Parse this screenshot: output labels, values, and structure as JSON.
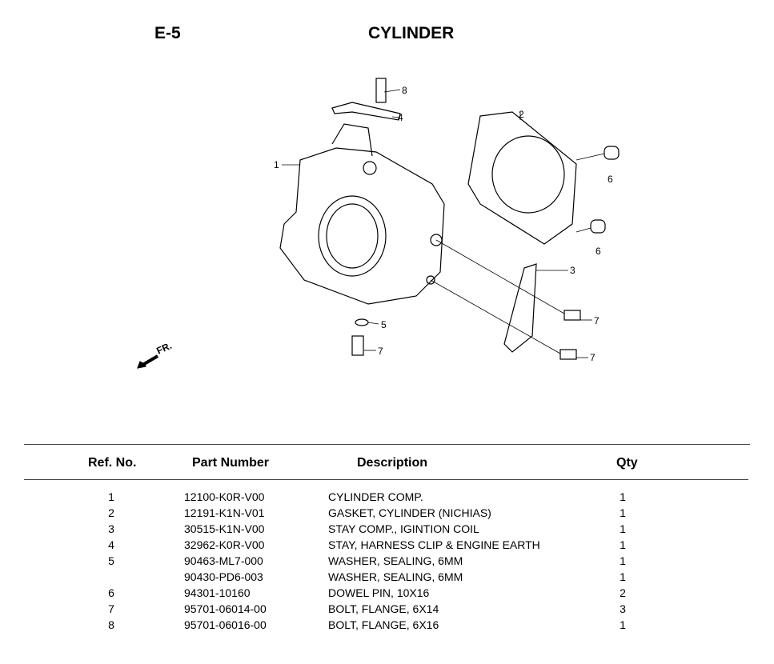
{
  "header": {
    "code": "E-5",
    "title": "CYLINDER"
  },
  "diagram": {
    "callouts": [
      "1",
      "2",
      "3",
      "4",
      "5",
      "6",
      "6",
      "7",
      "7",
      "7",
      "8"
    ],
    "front_label": "FR."
  },
  "table": {
    "columns": [
      "Ref. No.",
      "Part Number",
      "Description",
      "Qty"
    ],
    "rows": [
      {
        "ref": "1",
        "part": "12100-K0R-V00",
        "desc": "CYLINDER COMP.",
        "qty": "1"
      },
      {
        "ref": "2",
        "part": "12191-K1N-V01",
        "desc": "GASKET, CYLINDER (NICHIAS)",
        "qty": "1"
      },
      {
        "ref": "3",
        "part": "30515-K1N-V00",
        "desc": "STAY COMP., IGINTION COIL",
        "qty": "1"
      },
      {
        "ref": "4",
        "part": "32962-K0R-V00",
        "desc": "STAY, HARNESS CLIP & ENGINE EARTH",
        "qty": "1"
      },
      {
        "ref": "5",
        "part": "90463-ML7-000",
        "desc": "WASHER, SEALING, 6MM",
        "qty": "1"
      },
      {
        "ref": "",
        "part": "90430-PD6-003",
        "desc": "WASHER, SEALING, 6MM",
        "qty": "1"
      },
      {
        "ref": "6",
        "part": "94301-10160",
        "desc": "DOWEL PIN, 10X16",
        "qty": "2"
      },
      {
        "ref": "7",
        "part": "95701-06014-00",
        "desc": "BOLT, FLANGE, 6X14",
        "qty": "3"
      },
      {
        "ref": "8",
        "part": "95701-06016-00",
        "desc": "BOLT, FLANGE, 6X16",
        "qty": "1"
      }
    ]
  }
}
